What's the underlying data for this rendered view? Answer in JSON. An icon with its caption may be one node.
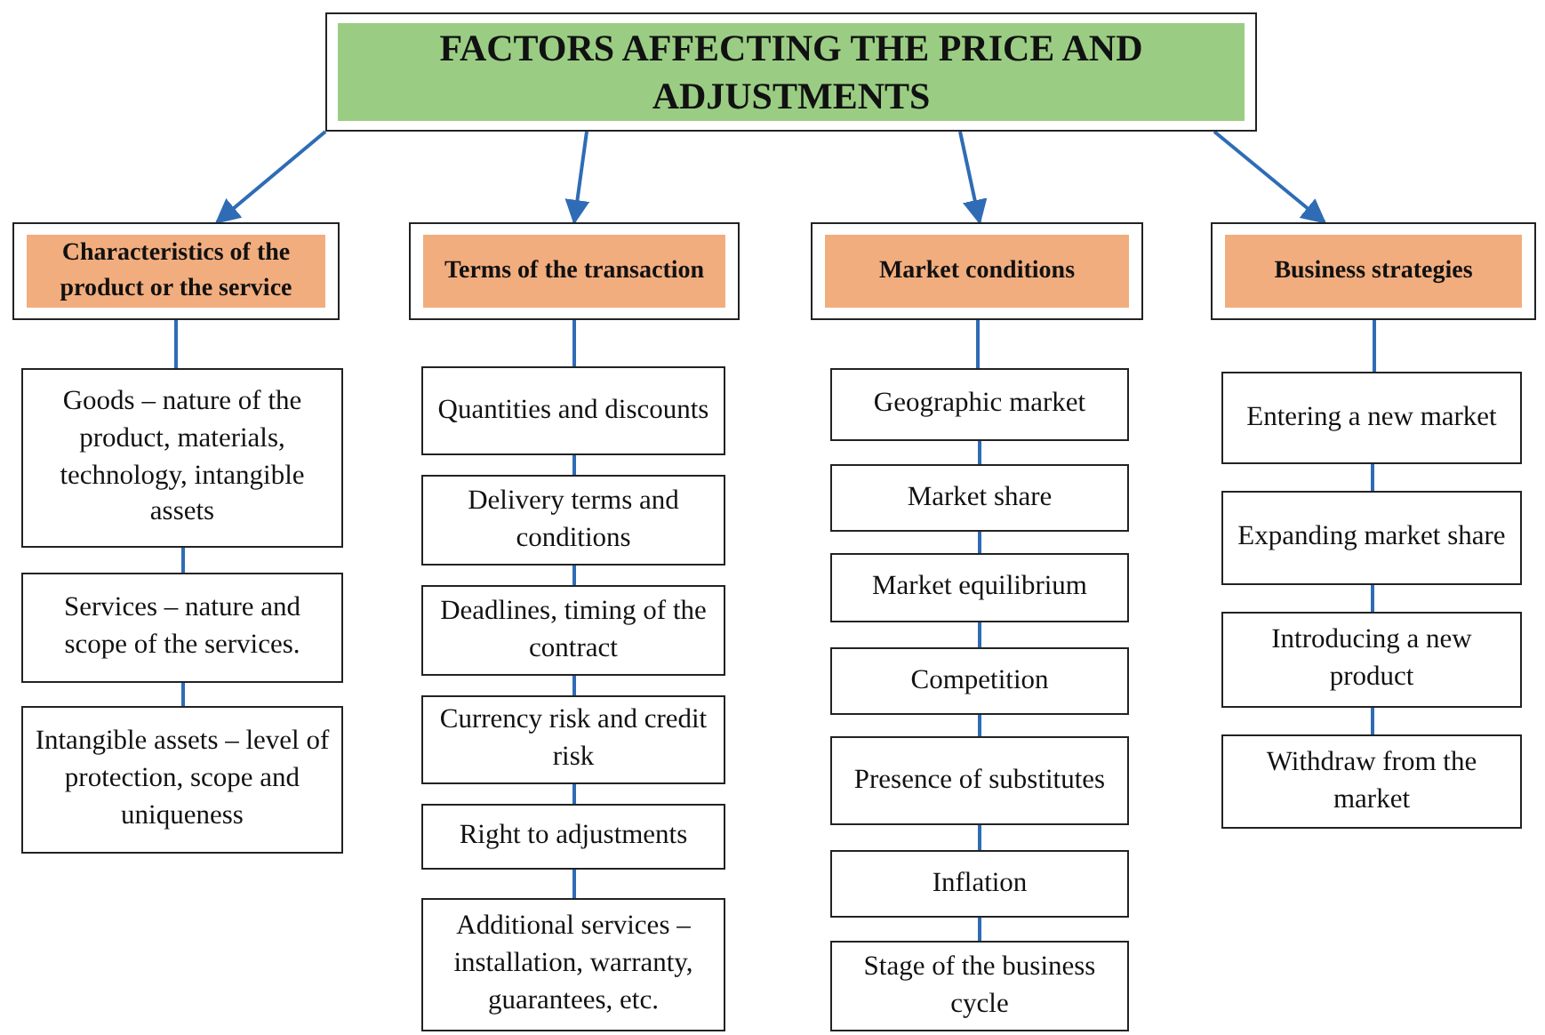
{
  "diagram": {
    "nodes": [
      {
        "text": [
          "FACTORS AFFECTING THE PRICE AND ADJUSTMENTS"
        ]
      },
      {
        "text": [
          "Characteristics of the product or the service"
        ]
      },
      {
        "text": [
          "Terms of the transaction"
        ]
      },
      {
        "text": [
          "Market conditions"
        ]
      },
      {
        "text": [
          "Business strategies"
        ]
      },
      {
        "text": [
          "Goods – nature of the product, materials, technology, intangible assets"
        ]
      },
      {
        "text": [
          "Services – nature and scope of the services."
        ]
      },
      {
        "text": [
          "Intangible assets – level of protection, scope and uniqueness"
        ]
      },
      {
        "text": [
          "Quantities and discounts"
        ]
      },
      {
        "text": [
          "Delivery terms and conditions"
        ]
      },
      {
        "text": [
          "Deadlines, timing of the contract"
        ]
      },
      {
        "text": [
          "Currency risk and credit risk"
        ]
      },
      {
        "text": [
          "Right to adjustments"
        ]
      },
      {
        "text": [
          "Additional services – installation, warranty, guarantees, etc."
        ]
      },
      {
        "text": [
          "Geographic market"
        ]
      },
      {
        "text": [
          "Market share"
        ]
      },
      {
        "text": [
          "Market equilibrium"
        ]
      },
      {
        "text": [
          "Competition"
        ]
      },
      {
        "text": [
          "Presence of substitutes"
        ]
      },
      {
        "text": [
          "Inflation"
        ]
      },
      {
        "text": [
          "Stage of the business cycle"
        ]
      },
      {
        "text": [
          "Entering a new market"
        ]
      },
      {
        "text": [
          "Expanding market share"
        ]
      },
      {
        "text": [
          "Introducing a new product"
        ]
      },
      {
        "text": [
          "Withdraw from the market"
        ]
      }
    ],
    "edges": [
      {
        "from": 0,
        "to": 1,
        "arrow": "to"
      },
      {
        "from": 0,
        "to": 2,
        "arrow": "to"
      },
      {
        "from": 0,
        "to": 3,
        "arrow": "to"
      },
      {
        "from": 0,
        "to": 4,
        "arrow": "to"
      },
      {
        "from": 1,
        "to": 5,
        "arrow": "none"
      },
      {
        "from": 5,
        "to": 6,
        "arrow": "none"
      },
      {
        "from": 6,
        "to": 7,
        "arrow": "none"
      },
      {
        "from": 2,
        "to": 8,
        "arrow": "none"
      },
      {
        "from": 8,
        "to": 9,
        "arrow": "none"
      },
      {
        "from": 9,
        "to": 10,
        "arrow": "none"
      },
      {
        "from": 10,
        "to": 11,
        "arrow": "none"
      },
      {
        "from": 11,
        "to": 12,
        "arrow": "none"
      },
      {
        "from": 12,
        "to": 13,
        "arrow": "none"
      },
      {
        "from": 3,
        "to": 14,
        "arrow": "none"
      },
      {
        "from": 14,
        "to": 15,
        "arrow": "none"
      },
      {
        "from": 15,
        "to": 16,
        "arrow": "none"
      },
      {
        "from": 16,
        "to": 17,
        "arrow": "none"
      },
      {
        "from": 17,
        "to": 18,
        "arrow": "none"
      },
      {
        "from": 18,
        "to": 19,
        "arrow": "none"
      },
      {
        "from": 19,
        "to": 20,
        "arrow": "none"
      },
      {
        "from": 4,
        "to": 21,
        "arrow": "none"
      },
      {
        "from": 21,
        "to": 22,
        "arrow": "none"
      },
      {
        "from": 22,
        "to": 23,
        "arrow": "none"
      },
      {
        "from": 23,
        "to": 24,
        "arrow": "none"
      }
    ]
  }
}
